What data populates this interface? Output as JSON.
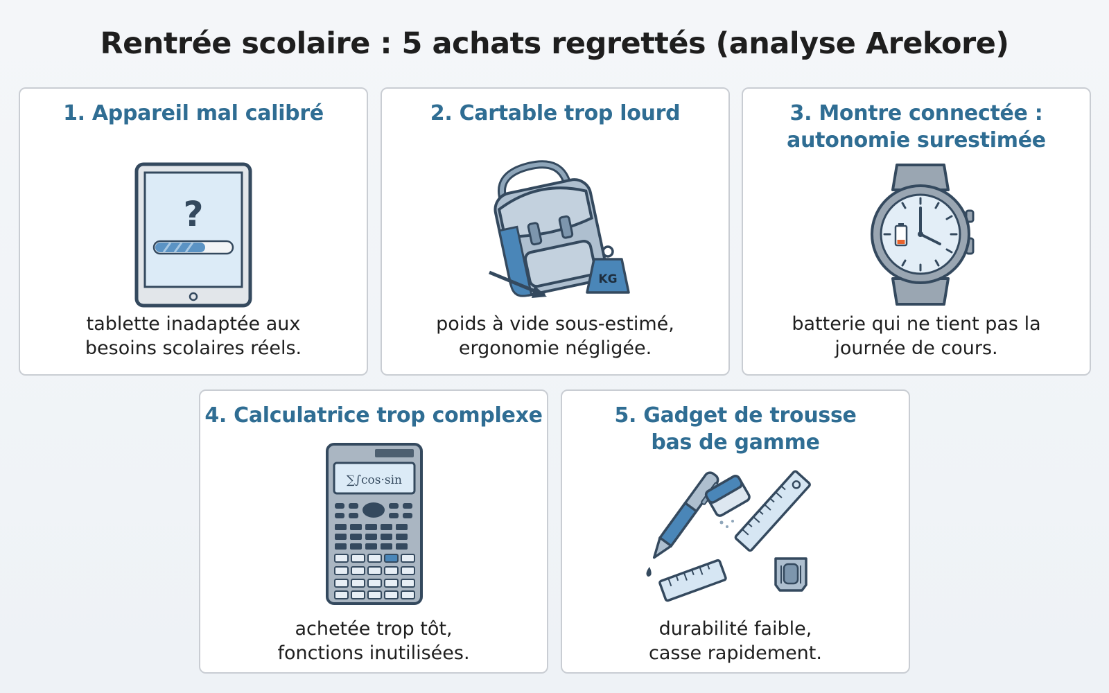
{
  "title": "Rentrée scolaire : 5 achats regrettés (analyse Arekore)",
  "cards": [
    {
      "title": [
        "1. Appareil mal calibré"
      ],
      "icon": "tablet-icon",
      "icon_text": "?",
      "desc": [
        "tablette inadaptée aux",
        "besoins scolaires réels."
      ]
    },
    {
      "title": [
        "2. Cartable trop lourd"
      ],
      "icon": "backpack-icon",
      "icon_text": "KG",
      "desc": [
        "poids à vide sous-estimé,",
        "ergonomie négligée."
      ]
    },
    {
      "title": [
        "3. Montre connectée :",
        "autonomie surestimée"
      ],
      "icon": "smartwatch-icon",
      "desc": [
        "batterie qui ne tient pas la",
        "journée de cours."
      ]
    },
    {
      "title": [
        "4. Calculatrice trop complexe"
      ],
      "icon": "calculator-icon",
      "icon_text": "∑∫cos·sin",
      "desc": [
        "achetée trop tôt,",
        "fonctions inutilisées."
      ]
    },
    {
      "title": [
        "5. Gadget de trousse",
        "bas de gamme"
      ],
      "icon": "school-supplies-icon",
      "desc": [
        "durabilité faible,",
        "casse rapidement."
      ]
    }
  ],
  "colors": {
    "title_blue": "#2f6d93",
    "icon_dark": "#34495e",
    "icon_blue": "#4a86b8",
    "icon_light": "#d8e7f3",
    "battery_red": "#e8632c",
    "border": "#c9cdd3"
  }
}
